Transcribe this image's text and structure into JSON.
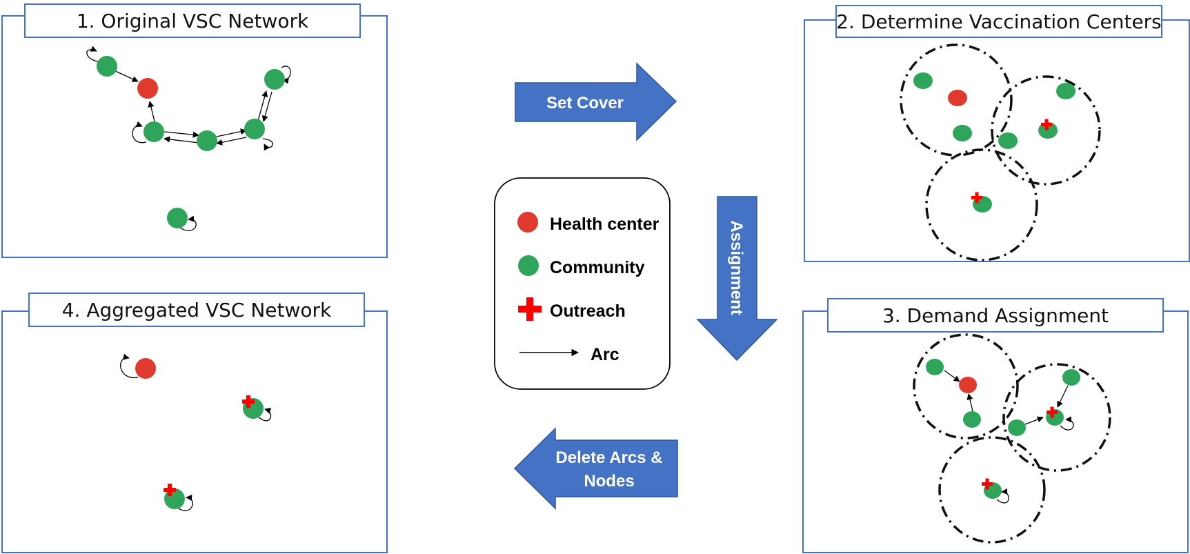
{
  "panels": {
    "p1": {
      "title": "1. Original VSC Network"
    },
    "p2": {
      "title": "2. Determine Vaccination Centers"
    },
    "p3": {
      "title": "3. Demand Assignment"
    },
    "p4": {
      "title": "4. Aggregated VSC Network"
    }
  },
  "steps": {
    "set_cover": "Set Cover",
    "assignment": "Assignment",
    "delete_line1": "Delete Arcs &",
    "delete_line2": "Nodes"
  },
  "legend": {
    "health_center": "Health center",
    "community": "Community",
    "outreach": "Outreach",
    "arc": "Arc"
  },
  "colors": {
    "panel_border": "#4472c4",
    "arrow_fill": "#4472c4",
    "health_center": "#e03a2f",
    "community": "#2ea55a",
    "outreach": "#ff0000"
  }
}
